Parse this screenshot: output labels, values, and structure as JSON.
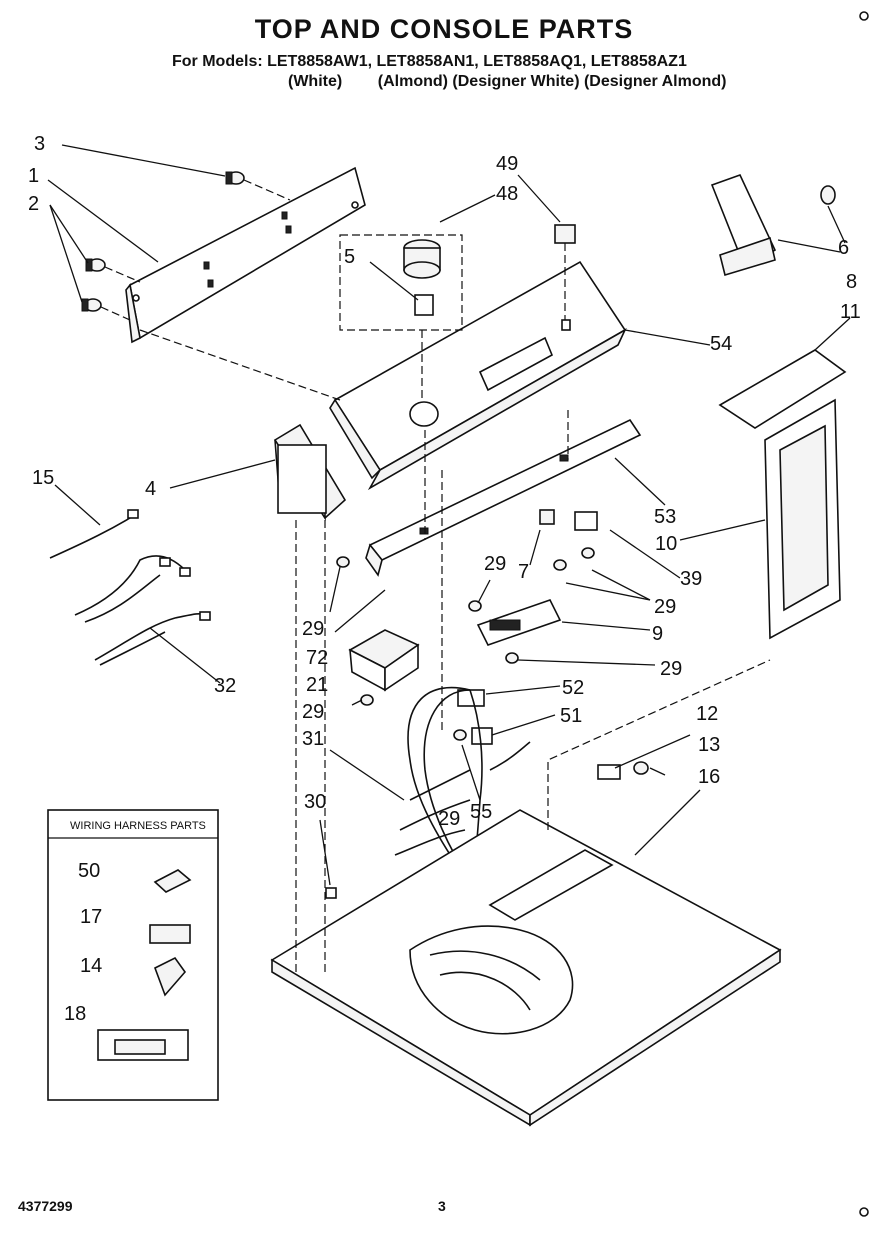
{
  "header": {
    "title": "TOP AND CONSOLE PARTS",
    "models_line": "For Models: LET8858AW1, LET8858AN1, LET8858AQ1, LET8858AZ1",
    "colors_line": "(White)        (Almond) (Designer White) (Designer Almond)"
  },
  "harness_box": {
    "title": "WIRING HARNESS PARTS"
  },
  "callouts": [
    {
      "id": "c3",
      "label": "3"
    },
    {
      "id": "c1",
      "label": "1"
    },
    {
      "id": "c2",
      "label": "2"
    },
    {
      "id": "c49",
      "label": "49"
    },
    {
      "id": "c48",
      "label": "48"
    },
    {
      "id": "c5",
      "label": "5"
    },
    {
      "id": "c6",
      "label": "6"
    },
    {
      "id": "c8",
      "label": "8"
    },
    {
      "id": "c11",
      "label": "11"
    },
    {
      "id": "c54",
      "label": "54"
    },
    {
      "id": "c15",
      "label": "15"
    },
    {
      "id": "c4",
      "label": "4"
    },
    {
      "id": "c53",
      "label": "53"
    },
    {
      "id": "c10",
      "label": "10"
    },
    {
      "id": "c29a",
      "label": "29"
    },
    {
      "id": "c7",
      "label": "7"
    },
    {
      "id": "c39",
      "label": "39"
    },
    {
      "id": "c29b",
      "label": "29"
    },
    {
      "id": "c29c",
      "label": "29"
    },
    {
      "id": "c29d",
      "label": "29"
    },
    {
      "id": "c9",
      "label": "9"
    },
    {
      "id": "c72",
      "label": "72"
    },
    {
      "id": "c32",
      "label": "32"
    },
    {
      "id": "c29e",
      "label": "29"
    },
    {
      "id": "c21",
      "label": "21"
    },
    {
      "id": "c52",
      "label": "52"
    },
    {
      "id": "c29f",
      "label": "29"
    },
    {
      "id": "c51",
      "label": "51"
    },
    {
      "id": "c12",
      "label": "12"
    },
    {
      "id": "c31",
      "label": "31"
    },
    {
      "id": "c13",
      "label": "13"
    },
    {
      "id": "c16",
      "label": "16"
    },
    {
      "id": "c30",
      "label": "30"
    },
    {
      "id": "c55",
      "label": "55"
    },
    {
      "id": "c50",
      "label": "50"
    },
    {
      "id": "c17",
      "label": "17"
    },
    {
      "id": "c14",
      "label": "14"
    },
    {
      "id": "c18",
      "label": "18"
    }
  ],
  "footer": {
    "doc_number": "4377299",
    "page_number": "3"
  }
}
